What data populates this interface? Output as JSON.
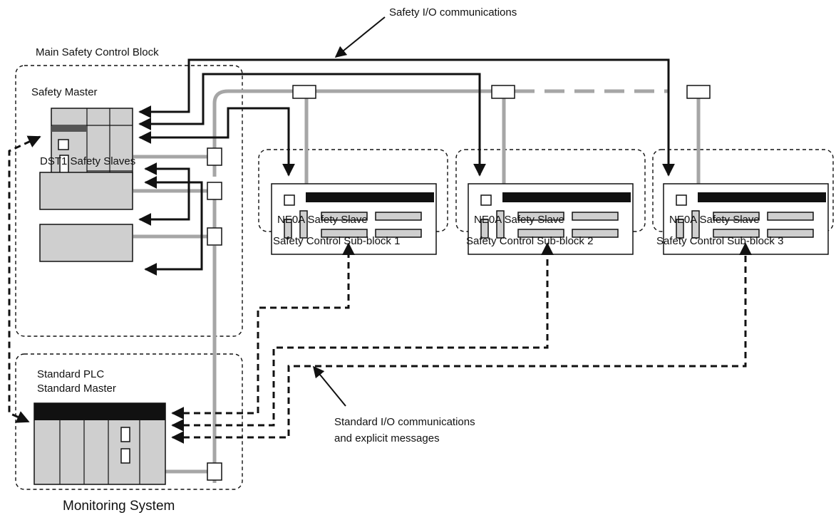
{
  "labels": {
    "safety_io": "Safety I/O communications",
    "main_block": "Main Safety Control Block",
    "safety_master": "Safety Master",
    "dst1": "DST1 Safety Slaves",
    "std_plc_1": "Standard PLC",
    "std_plc_2": "Standard Master",
    "monitoring": "Monitoring System",
    "std_io_1": "Standard I/O communications",
    "std_io_2": "and explicit messages"
  },
  "slaves": [
    {
      "name": "NE0A Safety Slave",
      "block": "Safety Control Sub-block 1"
    },
    {
      "name": "NE0A Safety Slave",
      "block": "Safety Control Sub-block 2"
    },
    {
      "name": "NE0A Safety Slave",
      "block": "Safety Control Sub-block 3"
    }
  ]
}
